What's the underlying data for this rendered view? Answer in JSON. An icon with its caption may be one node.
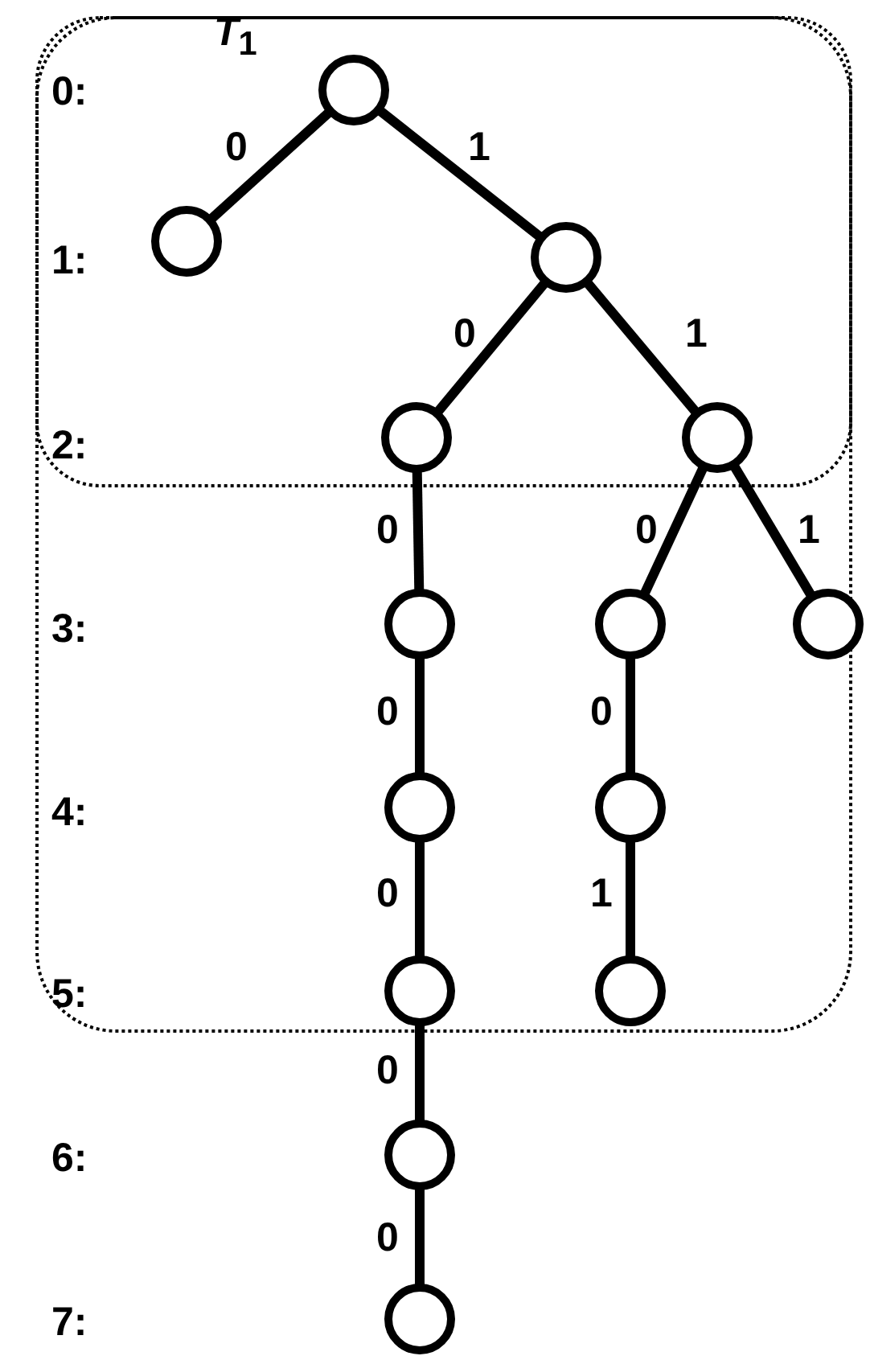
{
  "diagram": {
    "nodes": [
      {
        "text": [],
        "shape": "box"
      },
      {
        "text": [],
        "shape": "box",
        "in": 0
      },
      {
        "text": [],
        "shape": "circle",
        "in": 1
      },
      {
        "text": [],
        "shape": "circle",
        "in": 1
      },
      {
        "text": [],
        "shape": "circle",
        "in": 1
      },
      {
        "text": [],
        "shape": "circle",
        "in": 1
      },
      {
        "text": [],
        "shape": "circle",
        "in": 1
      },
      {
        "text": [],
        "shape": "circle",
        "in": 0
      },
      {
        "text": [],
        "shape": "circle",
        "in": 0
      },
      {
        "text": [],
        "shape": "circle",
        "in": 0
      },
      {
        "text": [],
        "shape": "circle",
        "in": 0
      },
      {
        "text": [],
        "shape": "circle",
        "in": 0
      },
      {
        "text": [],
        "shape": "circle",
        "in": 0
      },
      {
        "text": [],
        "shape": "circle",
        "in": 0
      },
      {
        "text": [],
        "shape": "circle"
      },
      {
        "text": [],
        "shape": "circle"
      }
    ],
    "edges": [
      {
        "from": 2,
        "to": 3,
        "arrow": "none",
        "label": "0"
      },
      {
        "from": 2,
        "to": 4,
        "arrow": "none",
        "label": "1"
      },
      {
        "from": 4,
        "to": 5,
        "arrow": "none",
        "label": "0"
      },
      {
        "from": 4,
        "to": 6,
        "arrow": "none",
        "label": "1"
      },
      {
        "from": 5,
        "to": 7,
        "arrow": "none",
        "label": "0"
      },
      {
        "from": 6,
        "to": 8,
        "arrow": "none",
        "label": "0"
      },
      {
        "from": 6,
        "to": 9,
        "arrow": "none",
        "label": "1"
      },
      {
        "from": 7,
        "to": 10,
        "arrow": "none",
        "label": "0"
      },
      {
        "from": 8,
        "to": 11,
        "arrow": "none",
        "label": "0"
      },
      {
        "from": 10,
        "to": 12,
        "arrow": "none",
        "label": "0"
      },
      {
        "from": 11,
        "to": 13,
        "arrow": "none",
        "label": "1"
      },
      {
        "from": 12,
        "to": 14,
        "arrow": "none",
        "label": "0"
      },
      {
        "from": 14,
        "to": 15,
        "arrow": "none",
        "label": "0"
      }
    ],
    "labels": [
      "*T*$_{1}$",
      "0:",
      "1:",
      "2:",
      "3:",
      "4:",
      "5:",
      "6:",
      "7:"
    ]
  }
}
